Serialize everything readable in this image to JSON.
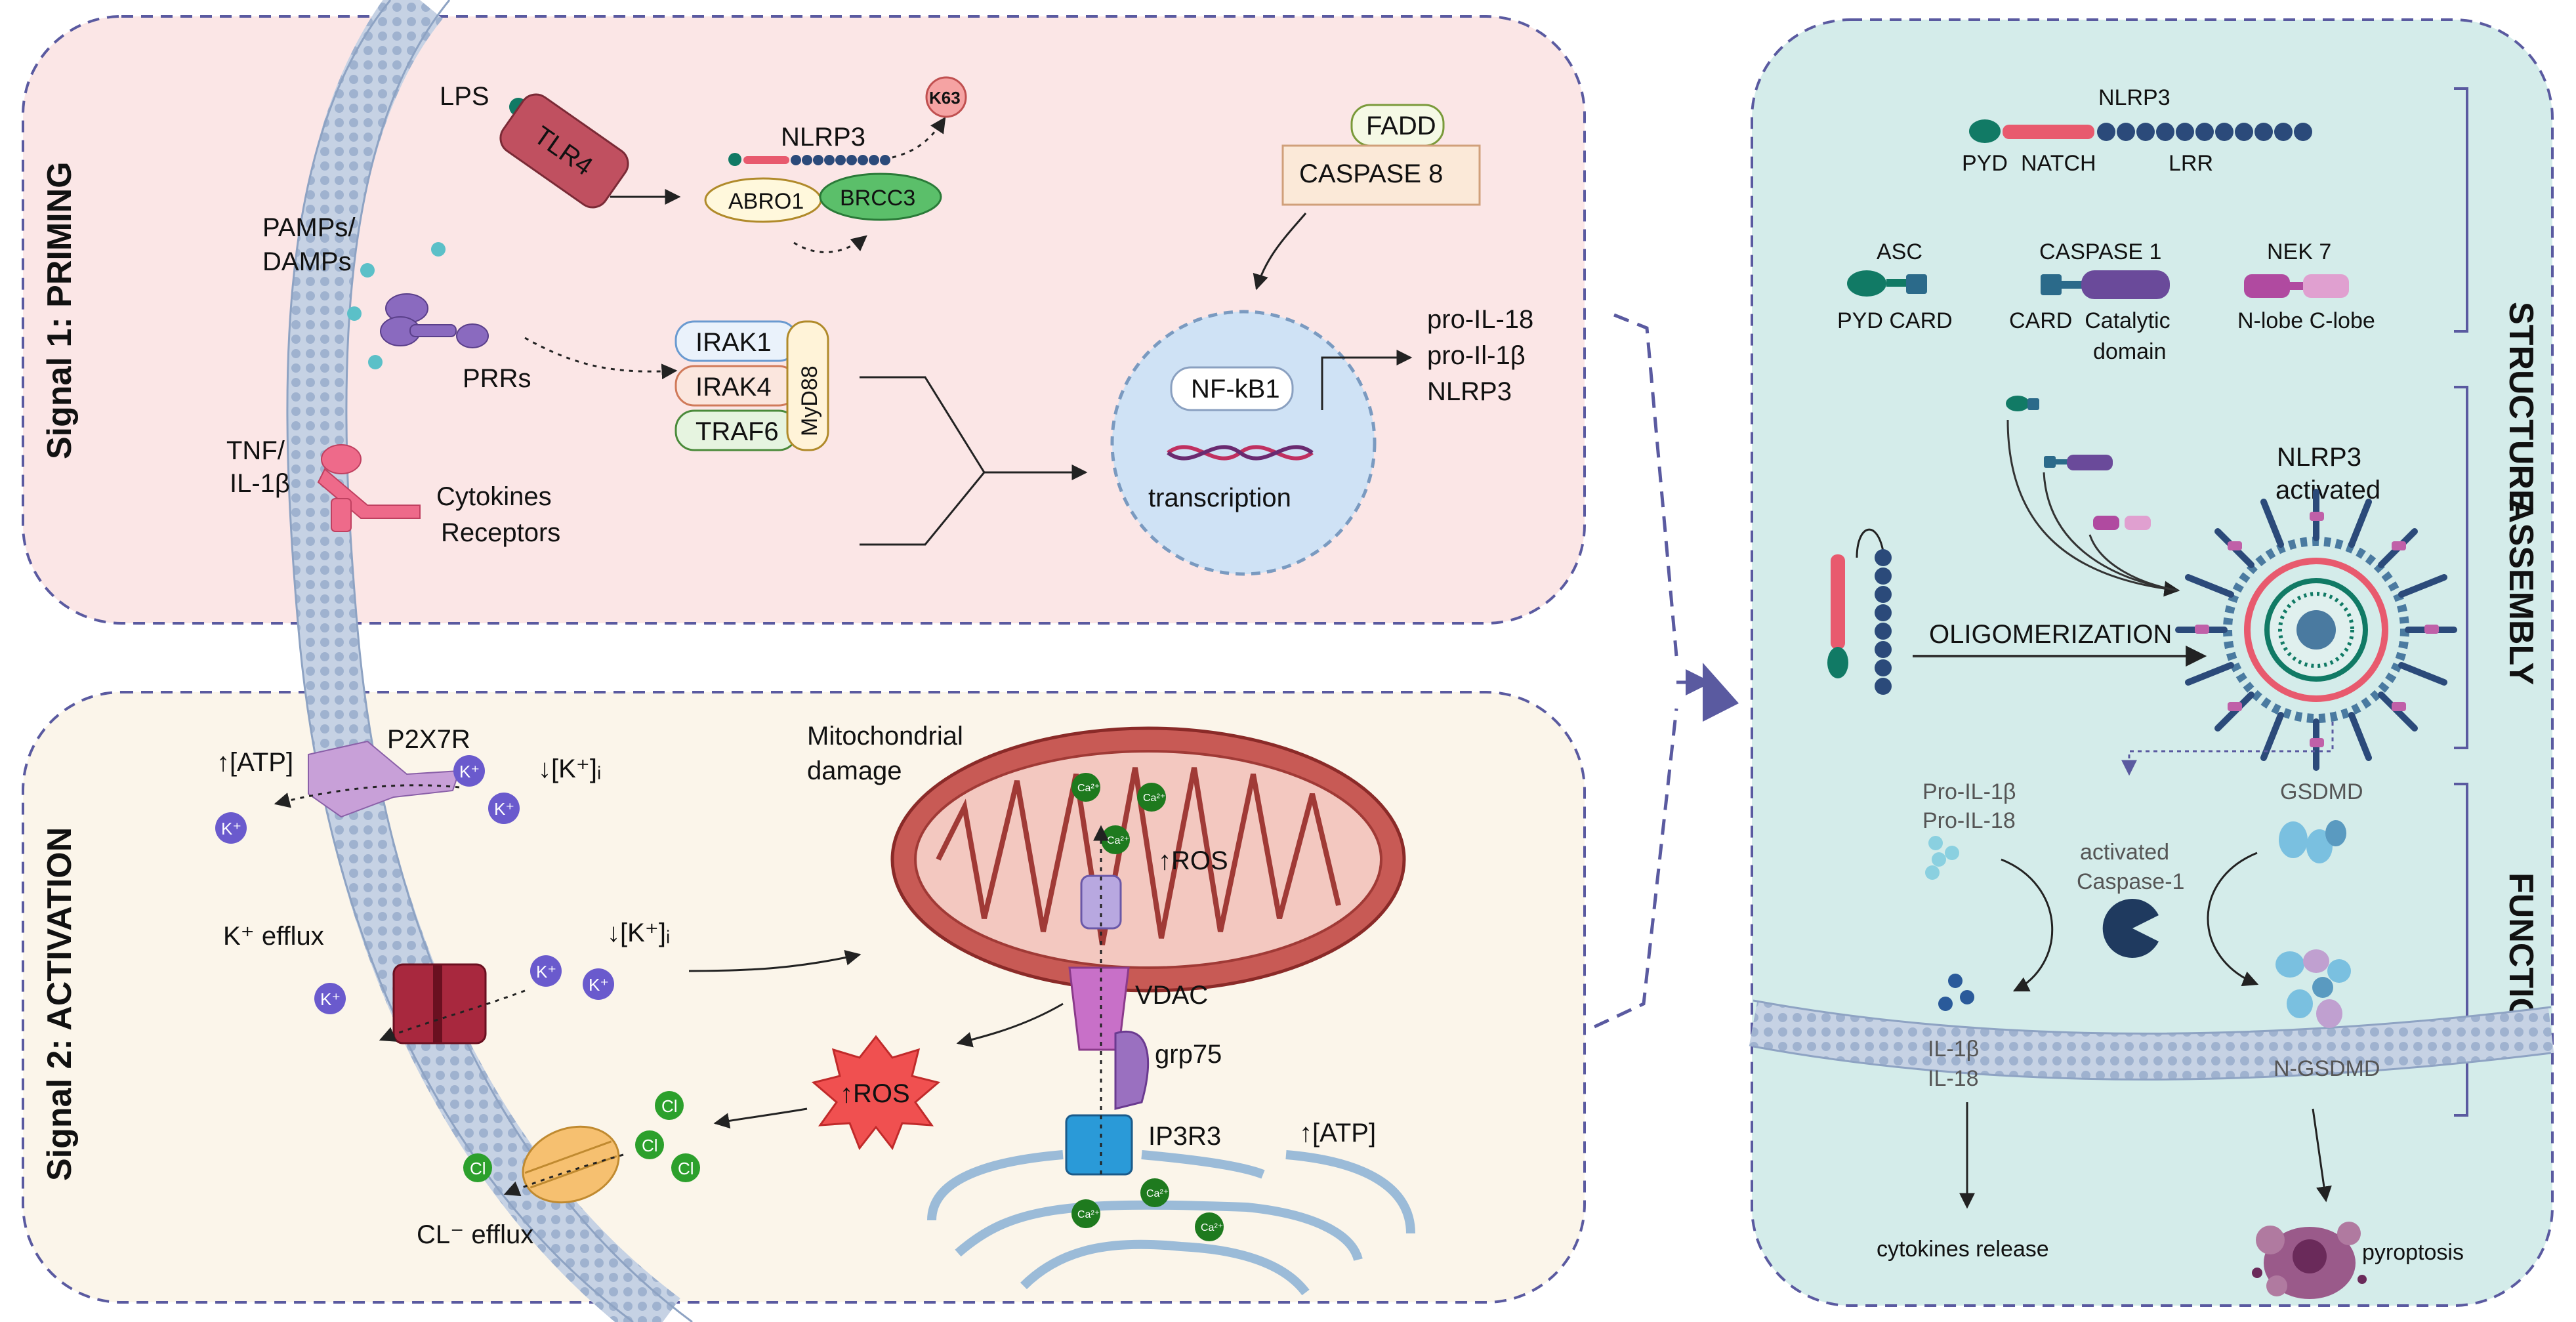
{
  "signal1": {
    "title": "Signal 1: PRIMING",
    "lps": "LPS",
    "tlr4": "TLR4",
    "pamps": "PAMPs/",
    "damps": "DAMPs",
    "prrs": "PRRs",
    "tnf": "TNF/",
    "il1b": "IL-1β",
    "cytokines": "Cytokines",
    "receptors": "Receptors",
    "nlrp3": "NLRP3",
    "k63": "K63",
    "abro1": "ABRO1",
    "brcc3": "BRCC3",
    "irak1": "IRAK1",
    "irak4": "IRAK4",
    "traf6": "TRAF6",
    "myd88": "MyD88",
    "fadd": "FADD",
    "caspase8": "CASPASE 8",
    "nfkb1": "NF-kB1",
    "transcription": "transcription",
    "products": [
      "pro-IL-18",
      "pro-Il-1β",
      "NLRP3"
    ]
  },
  "signal2": {
    "title": "Signal 2: ACTIVATION",
    "atp_left": "↑[ATP]",
    "p2x7r": "P2X7R",
    "ki_top": "↓[K⁺]ᵢ",
    "k_efflux": "K⁺ efflux",
    "ki_mid": "↓[K⁺]ᵢ",
    "k": "K⁺",
    "mito_damage": [
      "Mitochondrial",
      "damage"
    ],
    "ros_up": "↑ROS",
    "vdac": "VDAC",
    "grp75": "grp75",
    "ros_burst": "↑ROS",
    "ip3r3": "IP3R3",
    "atp_right": "↑[ATP]",
    "cl": "Cl",
    "cl_efflux": "CL⁻ efflux",
    "ca": "Ca²⁺"
  },
  "structure": {
    "title": "STRUCTURE",
    "nlrp3": "NLRP3",
    "pyd": "PYD",
    "natch": "NATCH",
    "lrr": "LRR",
    "asc": "ASC",
    "asc_domains": "PYD CARD",
    "caspase1": "CASPASE 1",
    "caspase1_domains": [
      "CARD  Catalytic",
      "domain"
    ],
    "nek7": "NEK 7",
    "nek7_domains": "N-lobe C-lobe"
  },
  "assembly": {
    "title": "ASSEMBLY",
    "activated": [
      "NLRP3",
      "activated"
    ],
    "oligomerization": "OLIGOMERIZATION"
  },
  "function": {
    "title": "FUNCTION",
    "pro": [
      "Pro-IL-1β",
      "Pro-IL-18"
    ],
    "mature": [
      "IL-1β",
      "IL-18"
    ],
    "activated_casp": [
      "activated",
      "Caspase-1"
    ],
    "gsdmd": "GSDMD",
    "ngsdmd": "N-GSDMD",
    "cytokines_release": "cytokines release",
    "pyroptosis": "pyroptosis"
  },
  "colors": {
    "priming_bg": "#fbe6e6",
    "activation_bg": "#fbf5ea",
    "right_bg": "#d4ecea",
    "border": "#5a5aa0",
    "membrane": "#a9b9d3",
    "tlr4": "#c05060",
    "mito": "#c85a55",
    "ros": "#f05050",
    "k_ion": "#6a5acd",
    "cl_ion": "#2ca02c",
    "ca_ion": "#1e7a1e"
  }
}
